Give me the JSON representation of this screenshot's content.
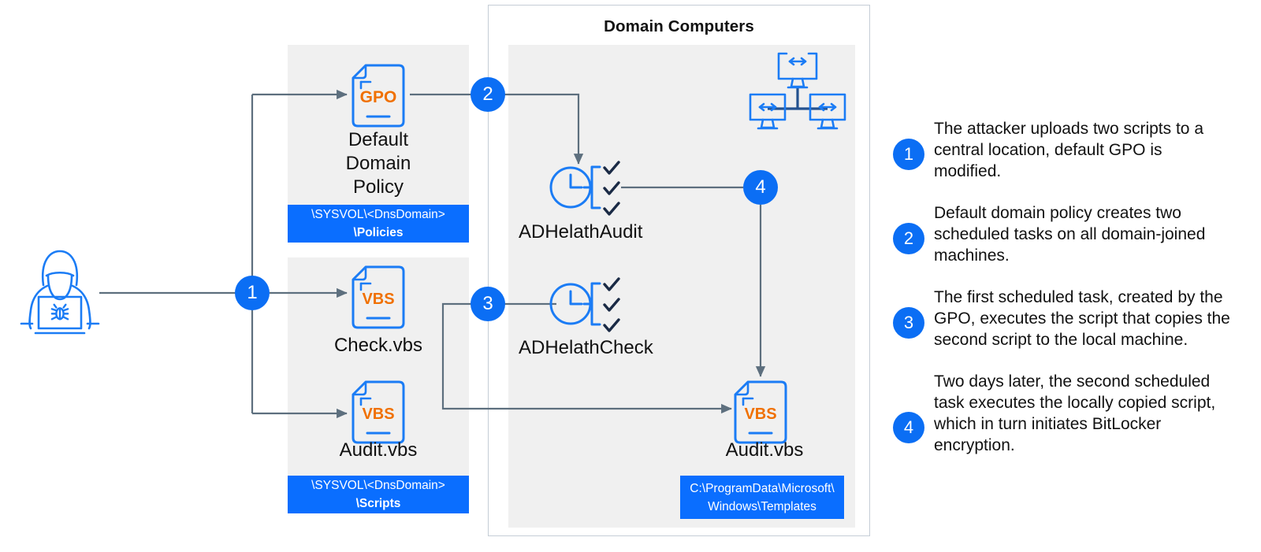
{
  "diagram": {
    "title": "Domain Computers",
    "source_zone": {
      "nodes": [
        {
          "id": "gpo",
          "icon": "gpo-document-icon",
          "icon_label": "GPO",
          "caption": "Default\nDomain\nPolicy"
        },
        {
          "id": "check-vbs",
          "icon": "vbs-document-icon",
          "icon_label": "VBS",
          "caption": "Check.vbs"
        },
        {
          "id": "audit-vbs",
          "icon": "vbs-document-icon",
          "icon_label": "VBS",
          "caption": "Audit.vbs"
        }
      ],
      "banners": [
        {
          "id": "policies-path",
          "line1": "\\SYSVOL\\<DnsDomain>",
          "line2": "\\Policies"
        },
        {
          "id": "scripts-path",
          "line1": "\\SYSVOL\\<DnsDomain>",
          "line2": "\\Scripts"
        }
      ]
    },
    "domain_zone": {
      "nodes": [
        {
          "id": "adhealthaudit",
          "icon": "scheduled-task-icon",
          "caption": "ADHelathAudit"
        },
        {
          "id": "adhealthcheck",
          "icon": "scheduled-task-icon",
          "caption": "ADHelathCheck"
        },
        {
          "id": "local-audit-vbs",
          "icon": "vbs-document-icon",
          "icon_label": "VBS",
          "caption": "Audit.vbs"
        }
      ],
      "network_icon": "network-computers-icon",
      "banners": [
        {
          "id": "templates-path",
          "line1": "C:\\ProgramData\\Microsoft\\",
          "line2": "Windows\\Templates"
        }
      ]
    },
    "actor": {
      "id": "attacker",
      "icon": "hacker-laptop-bug-icon"
    },
    "markers": [
      {
        "id": "marker-1",
        "label": "1"
      },
      {
        "id": "marker-2",
        "label": "2"
      },
      {
        "id": "marker-3",
        "label": "3"
      },
      {
        "id": "marker-4",
        "label": "4"
      }
    ]
  },
  "legend": {
    "items": [
      {
        "number": "1",
        "text": "The attacker uploads two scripts to a central location, default GPO is modified."
      },
      {
        "number": "2",
        "text": "Default domain policy creates two scheduled tasks on all domain-joined machines."
      },
      {
        "number": "3",
        "text": "The first scheduled task, created by the GPO, executes the script that copies the second script to the local machine."
      },
      {
        "number": "4",
        "text": "Two days later, the second scheduled task executes the locally copied script, which in turn initiates BitLocker encryption."
      }
    ]
  },
  "colors": {
    "accent_blue": "#0b6ef4",
    "icon_blue": "#1b7cf5",
    "icon_orange": "#f07000",
    "panel_grey": "#f0f0f0",
    "connector_grey": "#5d6f7e",
    "frame_grey": "#c5cdd6"
  }
}
